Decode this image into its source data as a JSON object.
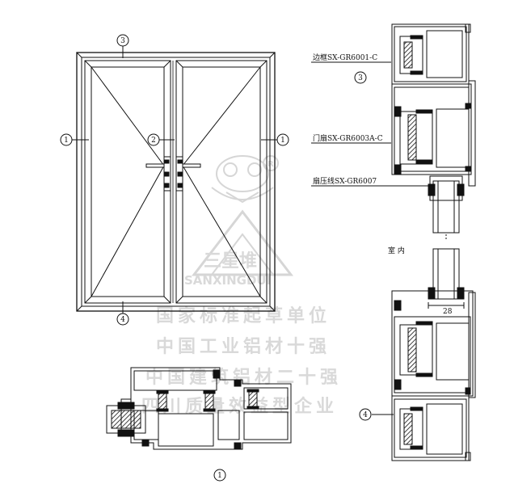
{
  "profiles": {
    "frame": "边框SX-GR6001-C",
    "sash": "门扇SX-GR6003A-C",
    "bead": "扇压线SX-GR6007"
  },
  "interior_label": "室 内",
  "glass_dim": "28",
  "callouts": {
    "frame_side_left": "1",
    "frame_side_right": "1",
    "mullion": "2",
    "frame_top": "3",
    "frame_bottom": "4",
    "section_vertical_top": "3",
    "section_vertical_bottom": "4",
    "section_horizontal": "1"
  },
  "watermark": {
    "registered": "R",
    "brand_cn": "三星堆",
    "brand_en": "SANXINGDUI",
    "line1": "国家标准起草单位",
    "line2": "中国工业铝材十强",
    "line3": "中国建筑铝材二十强",
    "line4": "四川质量效益型企业"
  }
}
